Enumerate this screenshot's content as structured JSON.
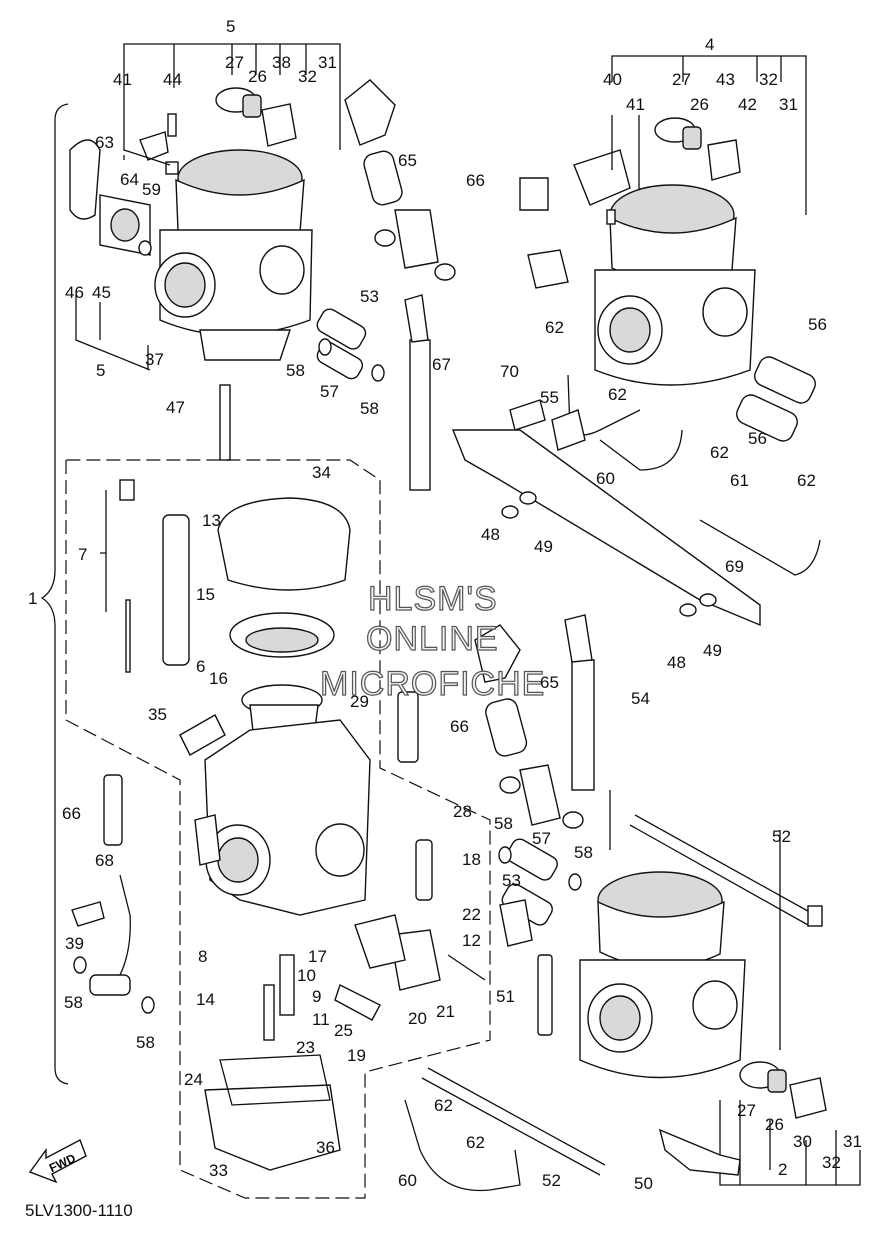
{
  "diagram_code": "5LV1300-1110",
  "watermark": [
    "HLSM'S",
    "ONLINE",
    "MICROFICHE"
  ],
  "fwd_badge": "FWD",
  "brace_label": "1",
  "labels": {
    "l5a": "5",
    "l41a": "41",
    "l44": "44",
    "l27a": "27",
    "l26a": "26",
    "l38": "38",
    "l32a": "32",
    "l31a": "31",
    "l4": "4",
    "l40": "40",
    "l27b": "27",
    "l41b": "41",
    "l26b": "26",
    "l43": "43",
    "l42": "42",
    "l32b": "32",
    "l31b": "31",
    "l63": "63",
    "l64": "64",
    "l59": "59",
    "l65a": "65",
    "l66a": "66",
    "l46": "46",
    "l45": "45",
    "l5b": "5",
    "l37": "37",
    "l53a": "53",
    "l58a": "58",
    "l57a": "57",
    "l58b": "58",
    "l67": "67",
    "l47": "47",
    "l62a": "62",
    "l56a": "56",
    "l70": "70",
    "l55": "55",
    "l62b": "62",
    "l62c": "62",
    "l56b": "56",
    "l60a": "60",
    "l61": "61",
    "l62d": "62",
    "l34": "34",
    "l13": "13",
    "l7": "7",
    "l48a": "48",
    "l49a": "49",
    "l69": "69",
    "l15": "15",
    "l6": "6",
    "l16": "16",
    "l48b": "48",
    "l49b": "49",
    "l65b": "65",
    "l54": "54",
    "l35": "35",
    "l29": "29",
    "l66b": "66",
    "l66c": "66",
    "l28": "28",
    "l58c": "58",
    "l57b": "57",
    "l58d": "58",
    "l52a": "52",
    "l18": "18",
    "l68": "68",
    "l53b": "53",
    "l22": "22",
    "l12": "12",
    "l39": "39",
    "l8": "8",
    "l17": "17",
    "l10": "10",
    "l51": "51",
    "l58e": "58",
    "l9": "9",
    "l14": "14",
    "l25": "25",
    "l11": "11",
    "l20": "20",
    "l21": "21",
    "l58f": "58",
    "l23": "23",
    "l19": "19",
    "l24": "24",
    "l62e": "62",
    "l27c": "27",
    "l26c": "26",
    "l30": "30",
    "l31c": "31",
    "l62f": "62",
    "l33": "33",
    "l36": "36",
    "l2": "2",
    "l32c": "32",
    "l60b": "60",
    "l52b": "52",
    "l50": "50"
  }
}
